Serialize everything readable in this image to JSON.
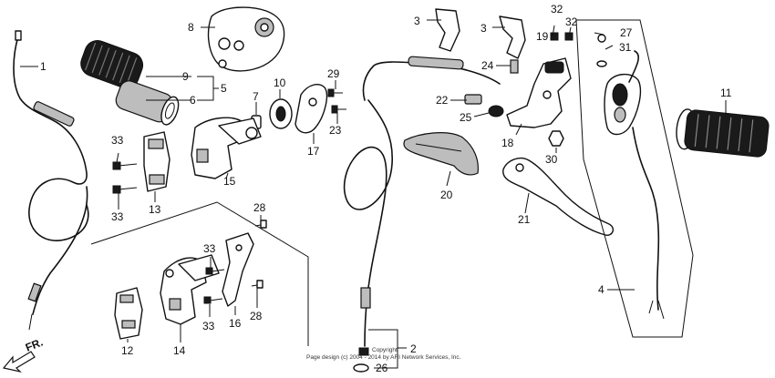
{
  "callouts": {
    "c1": "1",
    "c2": "2",
    "c3a": "3",
    "c3b": "3",
    "c4": "4",
    "c5": "5",
    "c6": "6",
    "c7": "7",
    "c8": "8",
    "c9": "9",
    "c10": "10",
    "c11": "11",
    "c12": "12",
    "c13": "13",
    "c14": "14",
    "c15": "15",
    "c16": "16",
    "c17": "17",
    "c18": "18",
    "c19": "19",
    "c20": "20",
    "c21": "21",
    "c22": "22",
    "c23": "23",
    "c24": "24",
    "c25": "25",
    "c26": "26",
    "c27": "27",
    "c28a": "28",
    "c28b": "28",
    "c29": "29",
    "c30": "30",
    "c31": "31",
    "c32a": "32",
    "c32b": "32",
    "c33a": "33",
    "c33b": "33",
    "c33c": "33",
    "c33d": "33"
  },
  "direction_label": "FR.",
  "copyright_line1": "Copyright",
  "copyright_line2": "Page design (c) 2004 - 2014 by ARI Network Services, Inc."
}
